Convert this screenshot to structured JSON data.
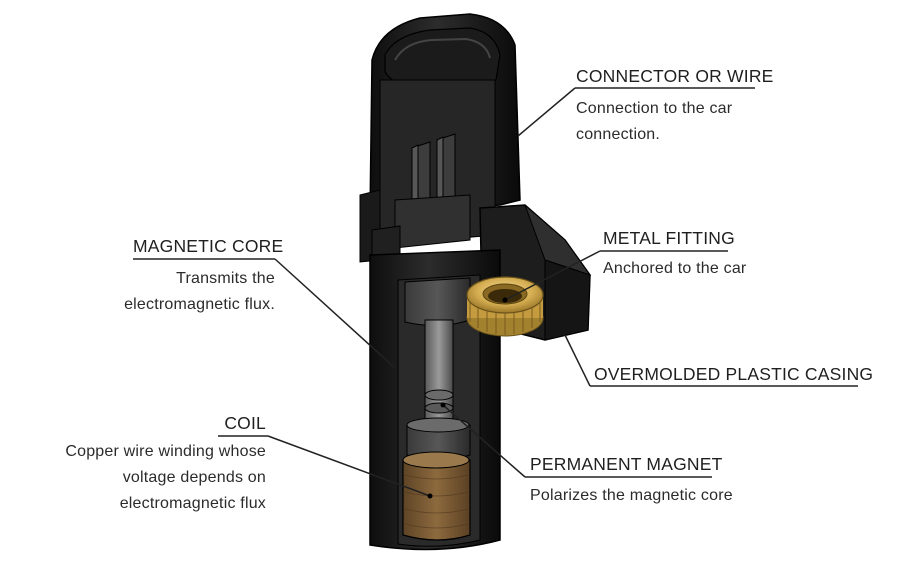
{
  "labels": {
    "connector": {
      "title": "CONNECTOR OR WIRE",
      "desc_line1": "Connection to the car",
      "desc_line2": "connection."
    },
    "metal_fitting": {
      "title": "METAL FITTING",
      "desc_line1": "Anchored to the car"
    },
    "casing": {
      "title": "OVERMOLDED PLASTIC CASING"
    },
    "magnetic_core": {
      "title": "MAGNETIC CORE",
      "desc_line1": "Transmits the",
      "desc_line2": "electromagnetic flux."
    },
    "coil": {
      "title": "COIL",
      "desc_line1": "Copper wire winding whose",
      "desc_line2": "voltage depends on",
      "desc_line3": "electromagnetic flux"
    },
    "permanent_magnet": {
      "title": "PERMANENT MAGNET",
      "desc_line1": "Polarizes the magnetic core"
    }
  },
  "colors": {
    "housing_dark": "#111111",
    "housing_mid": "#2a2a2a",
    "housing_light": "#4a4a4a",
    "coil_copper": "#7a5a34",
    "fitting_gold": "#d9b45a",
    "fitting_gold_dark": "#9c7a2a",
    "leader_line": "#222222"
  }
}
